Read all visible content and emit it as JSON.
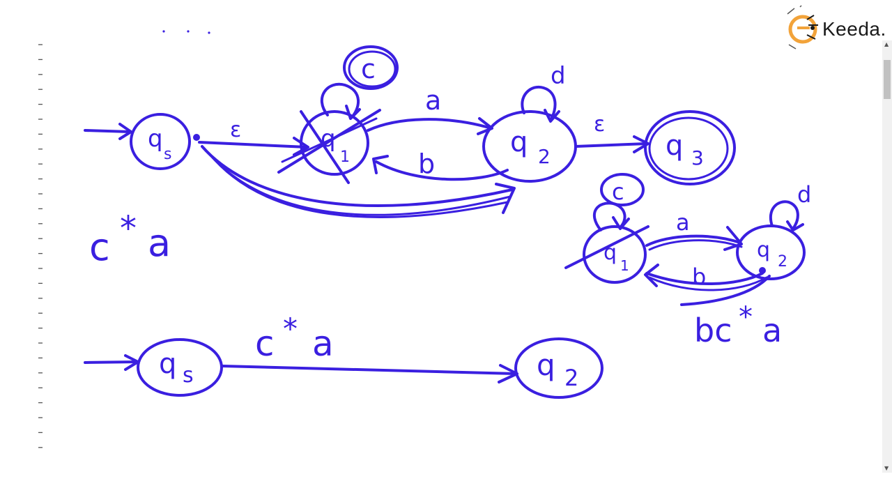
{
  "brand": {
    "name": "Keeda.",
    "primary_color": "#f2a33a",
    "text_color": "#1a1a1a"
  },
  "ink_color": "#3a1fe0",
  "top_diagram": {
    "states": [
      "q",
      "q",
      "q",
      "q"
    ],
    "subscripts": [
      "s",
      "1",
      "2",
      "3"
    ],
    "edge_labels": {
      "qs_q1": "ε",
      "q1_q2": "a",
      "q2_q1": "b",
      "q2_q3": "ε",
      "q1_loop": "c",
      "q2_loop": "d"
    }
  },
  "expr_left": {
    "base": "c",
    "star": "*",
    "tail": "a"
  },
  "small_diagram": {
    "states": [
      "q",
      "q"
    ],
    "subscripts": [
      "1",
      "2"
    ],
    "edge_labels": {
      "q1_q2": "a",
      "q2_q1": "b",
      "q1_loop": "c",
      "q2_loop": "d"
    },
    "expr": {
      "base": "bc",
      "star": "*",
      "tail": "a"
    }
  },
  "bottom_diagram": {
    "states": [
      "q",
      "q"
    ],
    "subscripts": [
      "s",
      "2"
    ],
    "edge_label": {
      "base": "c",
      "star": "*",
      "tail": "a"
    }
  }
}
